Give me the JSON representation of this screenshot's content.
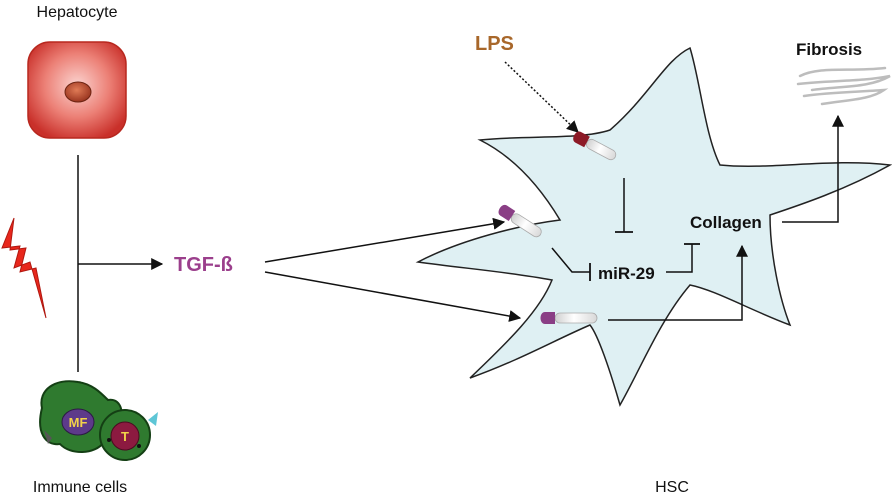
{
  "labels": {
    "hepatocyte": "Hepatocyte",
    "immune_cells": "Immune cells",
    "tgf": "TGF-ß",
    "lps": "LPS",
    "fibrosis": "Fibrosis",
    "collagen": "Collagen",
    "mir29": "miR-29",
    "hsc": "HSC",
    "mf": "MF",
    "t": "T"
  },
  "colors": {
    "tgf": "#9b3f8c",
    "lps": "#a8672a",
    "cell_fill": "#dff0f3",
    "hepatocyte": "#d8403a",
    "lightning": "#e8271c",
    "immune_green": "#2f7a2f",
    "receptor_purple": "#8a3e85",
    "receptor_dark": "#8c1a26"
  },
  "icons": [
    "hepatocyte-cell-icon",
    "lightning-icon",
    "immune-cells-icon",
    "receptor-icon",
    "collagen-fibers-icon"
  ]
}
